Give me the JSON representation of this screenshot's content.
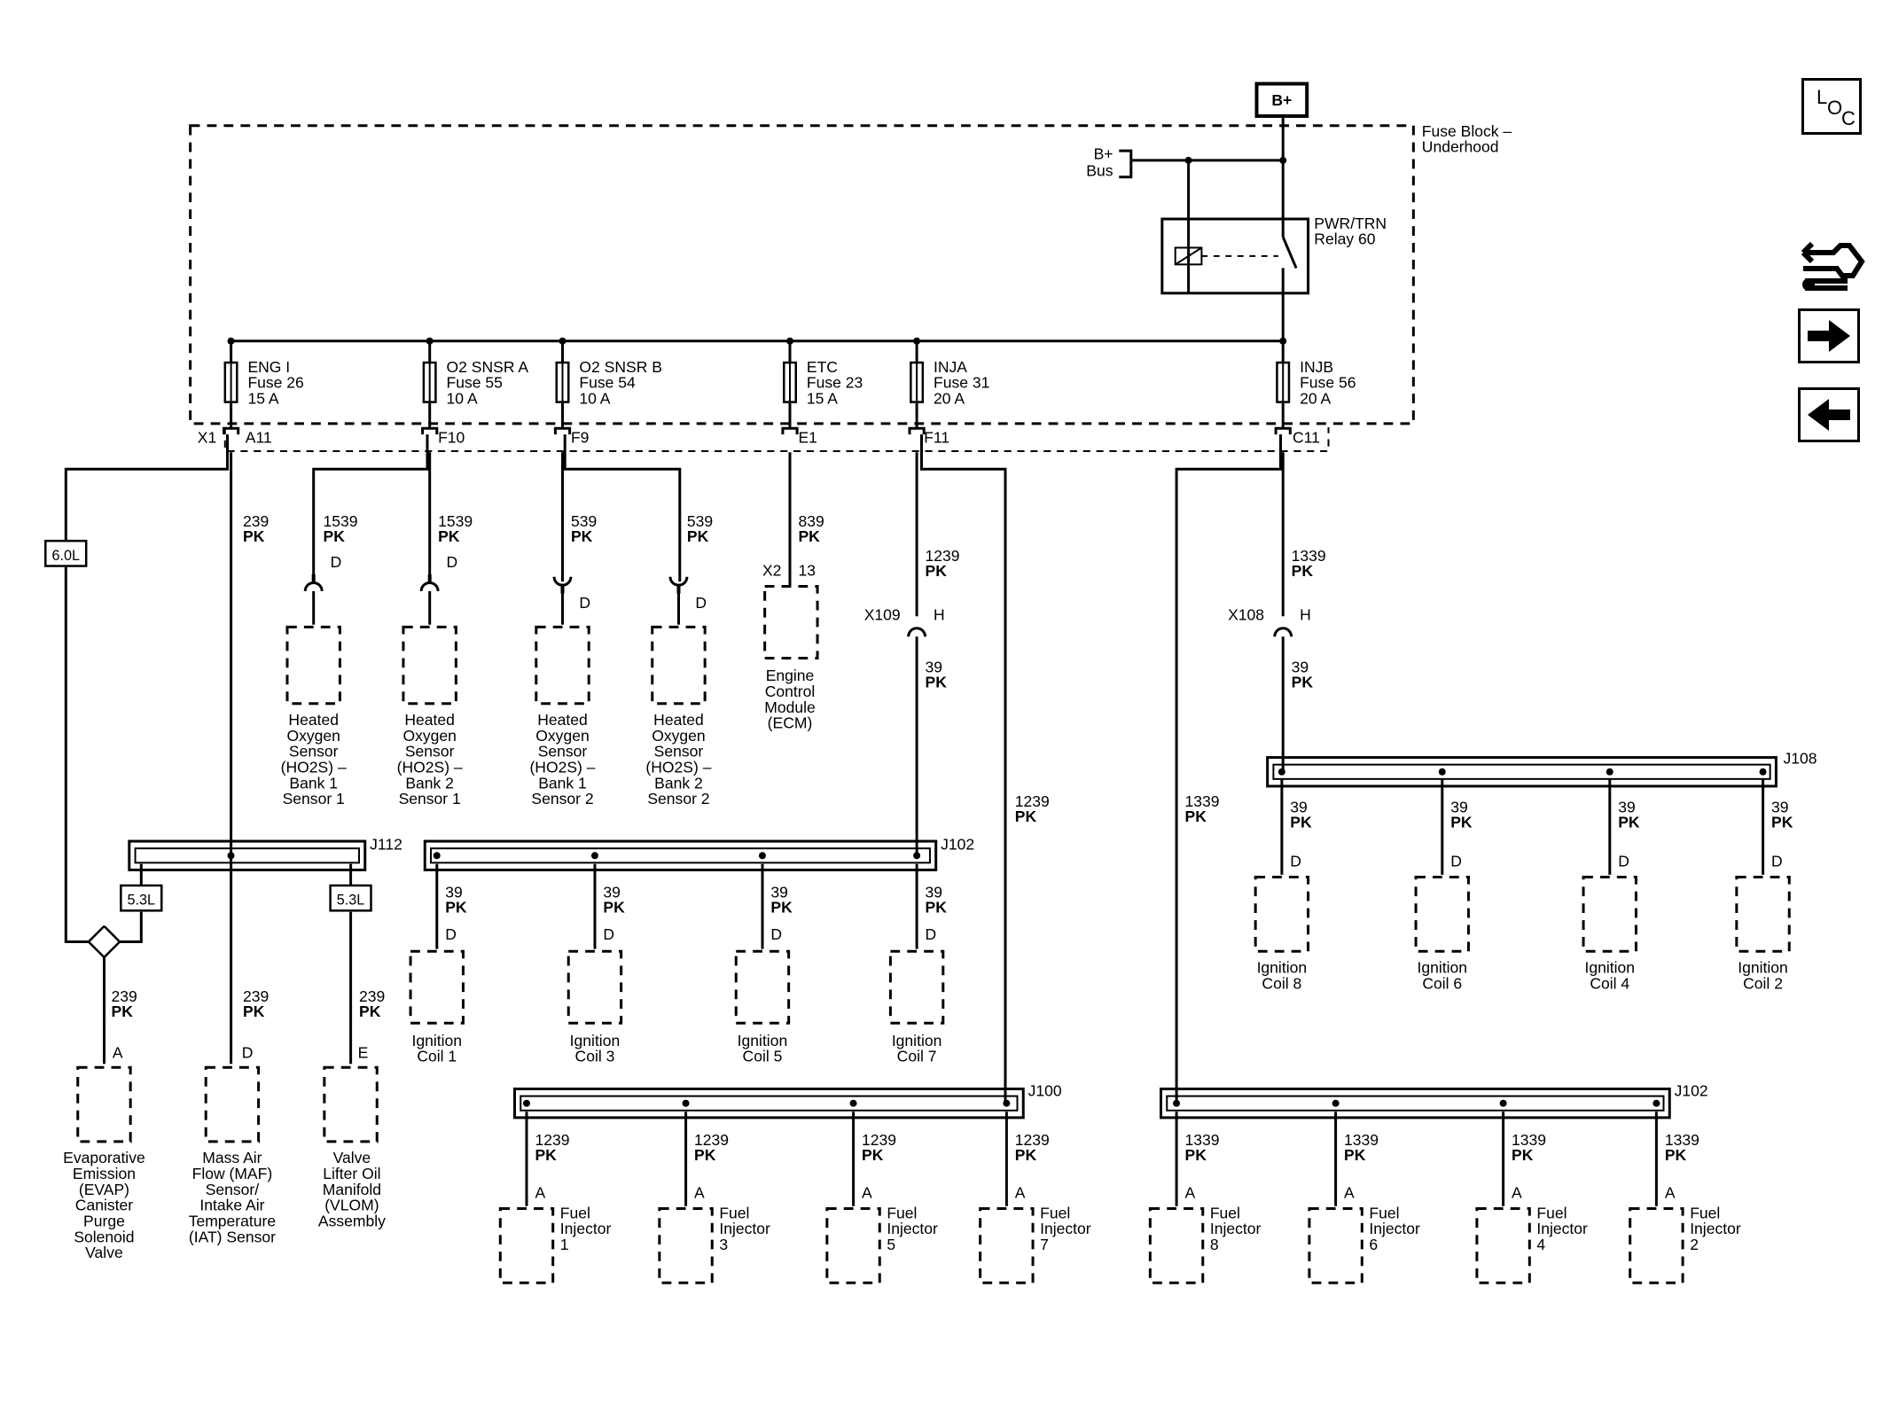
{
  "colors": {
    "ink": "#000000",
    "paper": "#ffffff"
  },
  "power": {
    "source": "B+",
    "bus": [
      "B+",
      "Bus"
    ]
  },
  "fuse_block": {
    "label": [
      "Fuse Block –",
      "Underhood"
    ]
  },
  "relay": {
    "label": [
      "PWR/TRN",
      "Relay 60"
    ]
  },
  "fuses": [
    {
      "label": [
        "ENG I",
        "Fuse 26",
        "15 A"
      ],
      "pin": "A11"
    },
    {
      "label": [
        "O2 SNSR A",
        "Fuse 55",
        "10 A"
      ],
      "pin": "F10"
    },
    {
      "label": [
        "O2 SNSR B",
        "Fuse 54",
        "10 A"
      ],
      "pin": "F9"
    },
    {
      "label": [
        "ETC",
        "Fuse 23",
        "15 A"
      ],
      "pin": "E1"
    },
    {
      "label": [
        "INJA",
        "Fuse 31",
        "20 A"
      ],
      "pin": "F11"
    },
    {
      "label": [
        "INJB",
        "Fuse 56",
        "20 A"
      ],
      "pin": "C11"
    }
  ],
  "connector_x1": "X1",
  "options": {
    "l60": "6.0L",
    "l53a": "5.3L",
    "l53b": "5.3L"
  },
  "wires": {
    "w239": [
      "239",
      "PK"
    ],
    "w1539": [
      "1539",
      "PK"
    ],
    "w539": [
      "539",
      "PK"
    ],
    "w839": [
      "839",
      "PK"
    ],
    "w1239": [
      "1239",
      "PK"
    ],
    "w1339": [
      "1339",
      "PK"
    ],
    "w39": [
      "39",
      "PK"
    ]
  },
  "ecm": {
    "conn": "X2",
    "pin": "13",
    "label": [
      "Engine",
      "Control",
      "Module",
      "(ECM)"
    ]
  },
  "inline": {
    "x109": "X109",
    "x108": "X108",
    "pin": "H"
  },
  "splices": {
    "j112": "J112",
    "j102a": "J102",
    "j108": "J108",
    "j100": "J100",
    "j102b": "J102"
  },
  "pins": {
    "a": "A",
    "d": "D",
    "e": "E"
  },
  "ho2s": [
    [
      "Heated",
      "Oxygen",
      "Sensor",
      "(HO2S)  –",
      "Bank 1",
      "Sensor 1"
    ],
    [
      "Heated",
      "Oxygen",
      "Sensor",
      "(HO2S)  –",
      "Bank 2",
      "Sensor 1"
    ],
    [
      "Heated",
      "Oxygen",
      "Sensor",
      "(HO2S)  –",
      "Bank 1",
      "Sensor 2"
    ],
    [
      "Heated",
      "Oxygen",
      "Sensor",
      "(HO2S)  –",
      "Bank 2",
      "Sensor 2"
    ]
  ],
  "evap": [
    "Evaporative",
    "Emission",
    "(EVAP)",
    "Canister",
    "Purge",
    "Solenoid",
    "Valve"
  ],
  "maf": [
    "Mass Air",
    "Flow (MAF)",
    "Sensor/",
    "Intake Air",
    "Temperature",
    "(IAT) Sensor"
  ],
  "vlom": [
    "Valve",
    "Lifter Oil",
    "Manifold",
    "(VLOM)",
    "Assembly"
  ],
  "coils_odd": [
    [
      "Ignition",
      "Coil 1"
    ],
    [
      "Ignition",
      "Coil 3"
    ],
    [
      "Ignition",
      "Coil 5"
    ],
    [
      "Ignition",
      "Coil 7"
    ]
  ],
  "coils_even": [
    [
      "Ignition",
      "Coil 8"
    ],
    [
      "Ignition",
      "Coil 6"
    ],
    [
      "Ignition",
      "Coil 4"
    ],
    [
      "Ignition",
      "Coil 2"
    ]
  ],
  "inj_odd": [
    [
      "Fuel",
      "Injector",
      "1"
    ],
    [
      "Fuel",
      "Injector",
      "3"
    ],
    [
      "Fuel",
      "Injector",
      "5"
    ],
    [
      "Fuel",
      "Injector",
      "7"
    ]
  ],
  "inj_even": [
    [
      "Fuel",
      "Injector",
      "8"
    ],
    [
      "Fuel",
      "Injector",
      "6"
    ],
    [
      "Fuel",
      "Injector",
      "4"
    ],
    [
      "Fuel",
      "Injector",
      "2"
    ]
  ],
  "nav": {
    "loc": [
      "L",
      "O",
      "C"
    ],
    "icons": [
      "connector-harness-icon",
      "arrow-right-icon",
      "arrow-left-icon"
    ]
  }
}
